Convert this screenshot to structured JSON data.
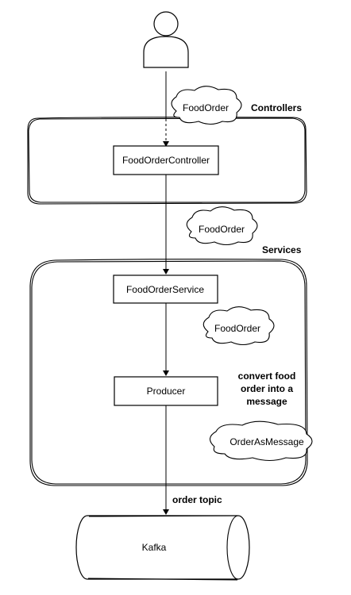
{
  "diagram": {
    "actor": {
      "icon": "person-icon"
    },
    "groups": {
      "controllers_label": "Controllers",
      "services_label": "Services"
    },
    "nodes": {
      "controller": "FoodOrderController",
      "service": "FoodOrderService",
      "producer": "Producer",
      "kafka": "Kafka"
    },
    "payloads": {
      "actor_to_controller": "FoodOrder",
      "controller_to_service": "FoodOrder",
      "service_to_producer": "FoodOrder",
      "producer_to_kafka": "OrderAsMessage"
    },
    "notes": {
      "convert_line1": "convert food",
      "convert_line2": "order into a",
      "convert_line3": "message",
      "order_topic": "order topic"
    }
  }
}
